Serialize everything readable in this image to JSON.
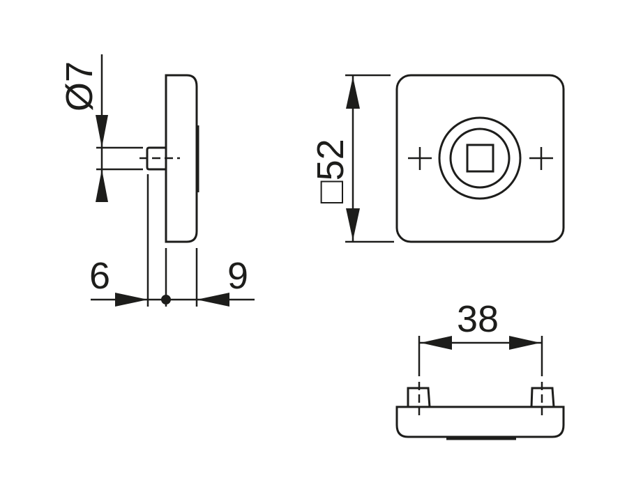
{
  "drawing": {
    "type": "technical-drawing",
    "subject": "square rosette with spindle",
    "line_color": "#1d1d1b",
    "background": "#ffffff"
  },
  "side_view": {
    "diameter_label": "Ø7",
    "left_offset_label": "6",
    "right_offset_label": "9"
  },
  "front_view": {
    "size_label": "□52"
  },
  "bottom_view": {
    "hole_spacing_label": "38"
  }
}
